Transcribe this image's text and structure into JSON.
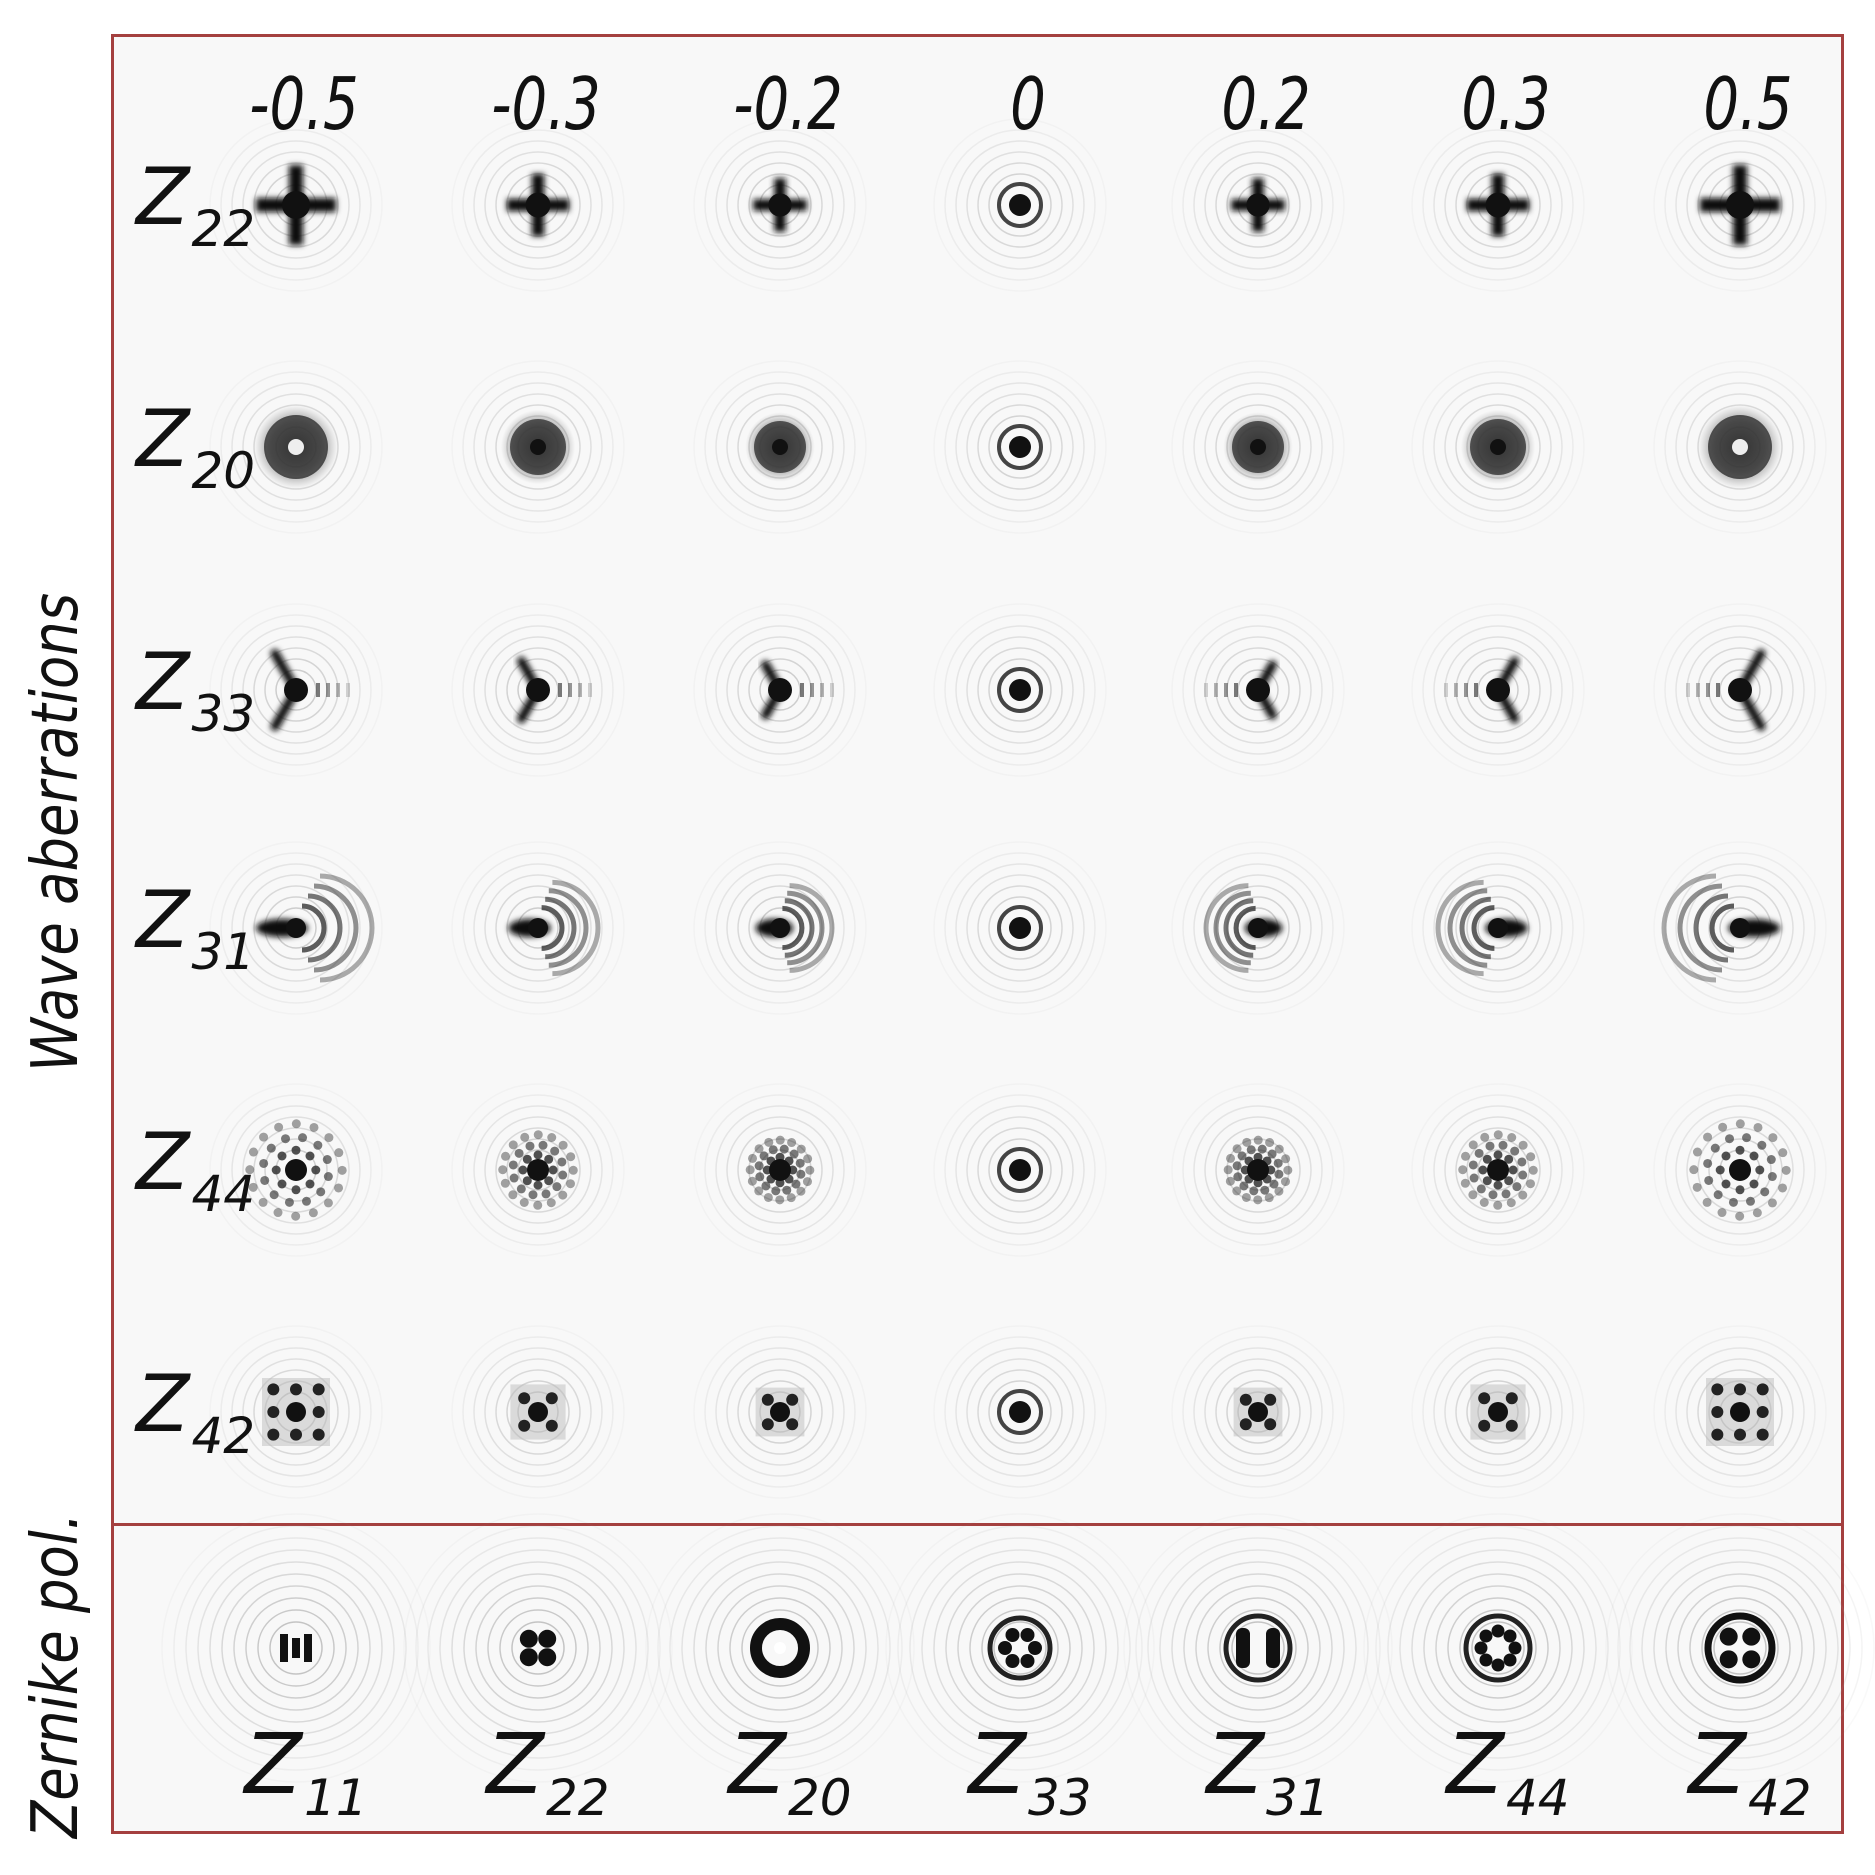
{
  "figure": {
    "left_title_top": "Wave aberrations",
    "left_title_bottom": "Zernike  pol.",
    "column_values": [
      "-0.5",
      "-0.3",
      "-0.2",
      "0",
      "0.2",
      "0.3",
      "0.5"
    ],
    "rows": [
      {
        "label_main": "Z",
        "label_sub": "22",
        "kind": "astig"
      },
      {
        "label_main": "Z",
        "label_sub": "20",
        "kind": "defocus"
      },
      {
        "label_main": "Z",
        "label_sub": "33",
        "kind": "trefoil"
      },
      {
        "label_main": "Z",
        "label_sub": "31",
        "kind": "coma"
      },
      {
        "label_main": "Z",
        "label_sub": "44",
        "kind": "tetrafoil"
      },
      {
        "label_main": "Z",
        "label_sub": "42",
        "kind": "sec-astig"
      }
    ],
    "zernike_polynomials": [
      {
        "label_main": "Z",
        "label_sub": "11",
        "kind": "tilt"
      },
      {
        "label_main": "Z",
        "label_sub": "22",
        "kind": "astig"
      },
      {
        "label_main": "Z",
        "label_sub": "20",
        "kind": "defocus"
      },
      {
        "label_main": "Z",
        "label_sub": "33",
        "kind": "trefoil"
      },
      {
        "label_main": "Z",
        "label_sub": "31",
        "kind": "coma"
      },
      {
        "label_main": "Z",
        "label_sub": "44",
        "kind": "tetrafoil"
      },
      {
        "label_main": "Z",
        "label_sub": "42",
        "kind": "sec-astig"
      }
    ],
    "colors": {
      "frame": "#a4403f",
      "background": "#f8f8f8",
      "ink": "#111111"
    }
  }
}
